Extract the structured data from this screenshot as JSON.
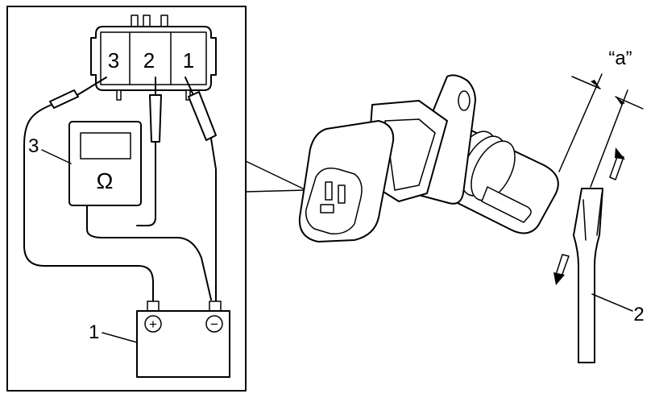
{
  "connector_pins": [
    "3",
    "2",
    "1"
  ],
  "meter_symbol": "Ω",
  "battery_terminals": {
    "positive": "+",
    "negative": "−"
  },
  "callouts": {
    "battery": "1",
    "screwdriver": "2",
    "ohmmeter": "3",
    "gap": "“a”"
  }
}
